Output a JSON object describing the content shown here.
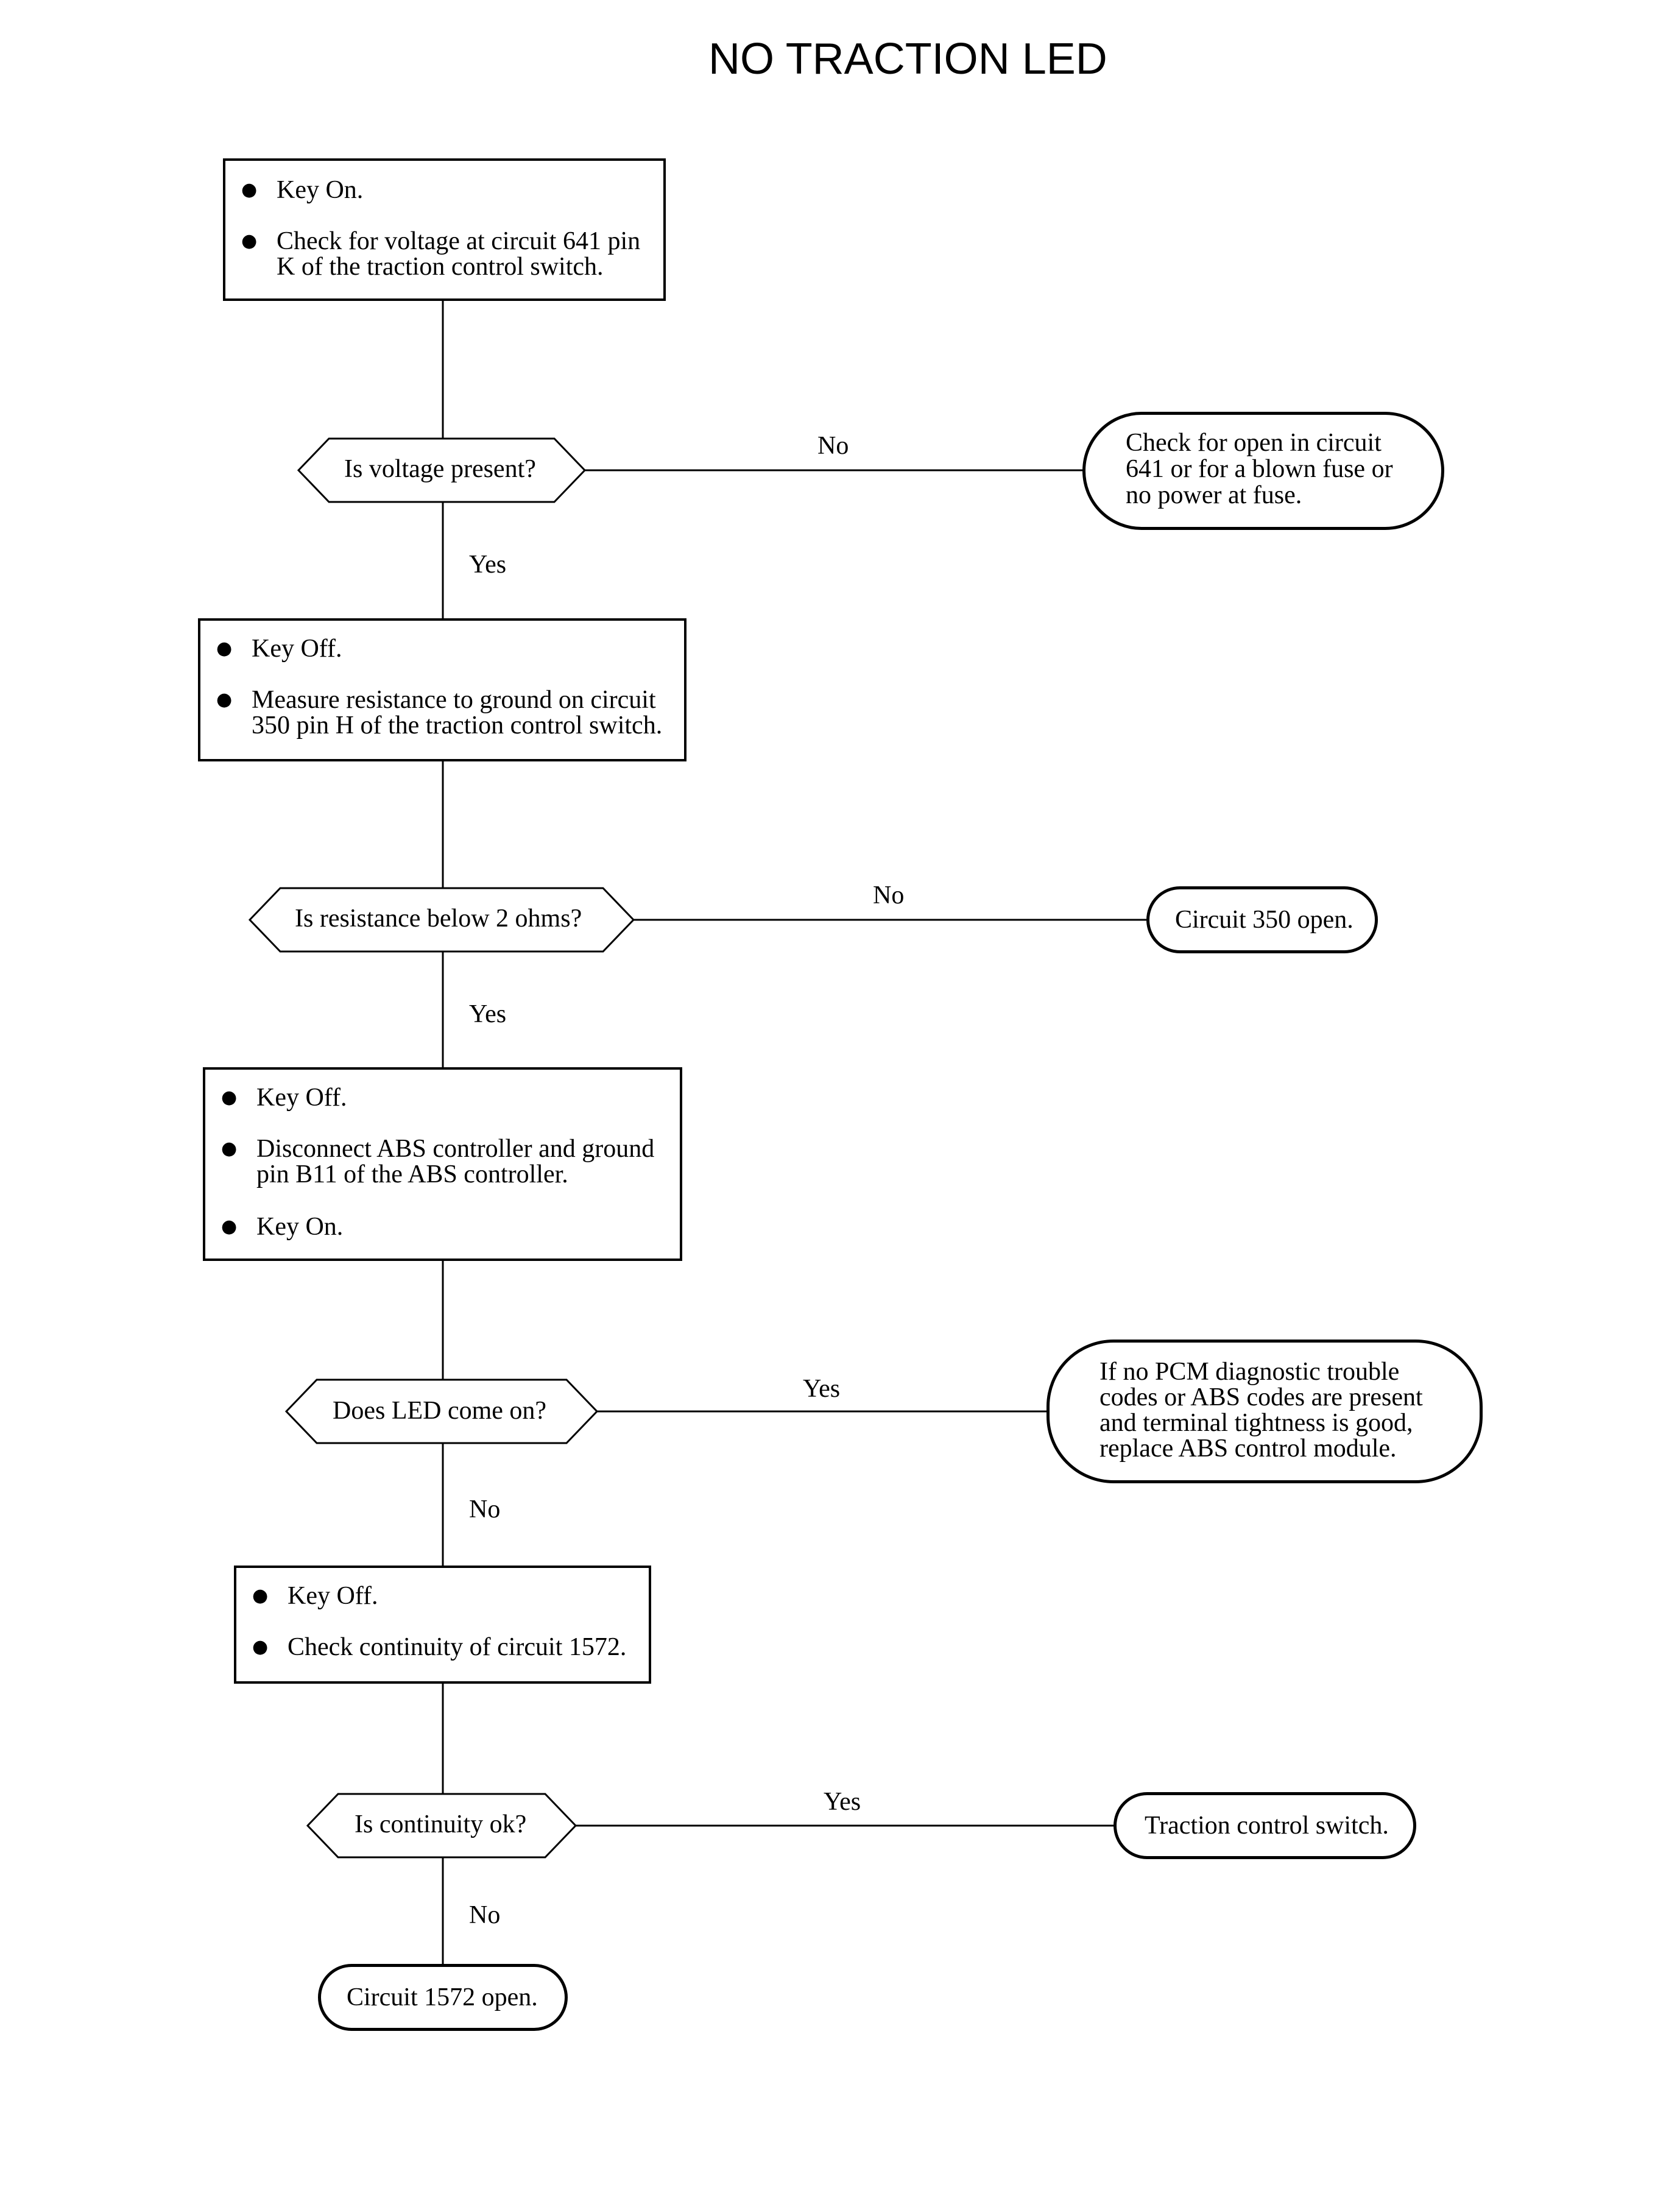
{
  "title": "NO TRACTION LED",
  "steps": {
    "step1": {
      "item1": "Key On.",
      "item2_line1": "Check for voltage at circuit 641 pin",
      "item2_line2": "K of the traction control switch."
    },
    "step2": {
      "item1": "Key Off.",
      "item2_line1": "Measure resistance to ground on circuit",
      "item2_line2": "350 pin H of the traction control switch."
    },
    "step3": {
      "item1": "Key Off.",
      "item2_line1": "Disconnect ABS controller and ground",
      "item2_line2": "pin B11 of the ABS controller.",
      "item3": "Key On."
    },
    "step4": {
      "item1": "Key Off.",
      "item2": "Check continuity of circuit 1572."
    }
  },
  "decisions": {
    "d1": "Is voltage present?",
    "d2": "Is resistance below 2 ohms?",
    "d3": "Does LED come on?",
    "d4": "Is continuity ok?"
  },
  "results": {
    "r1_line1": "Check for open in circuit",
    "r1_line2": "641 or for a blown fuse or",
    "r1_line3": "no power at fuse.",
    "r2": "Circuit 350 open.",
    "r3_line1": "If no PCM diagnostic trouble",
    "r3_line2": "codes or ABS codes are present",
    "r3_line3": "and terminal tightness is good,",
    "r3_line4": "replace ABS control module.",
    "r4": "Traction control switch.",
    "r5": "Circuit 1572 open."
  },
  "edges": {
    "d1_no": "No",
    "d1_yes": "Yes",
    "d2_no": "No",
    "d2_yes": "Yes",
    "d3_yes": "Yes",
    "d3_no": "No",
    "d4_yes": "Yes",
    "d4_no": "No"
  }
}
